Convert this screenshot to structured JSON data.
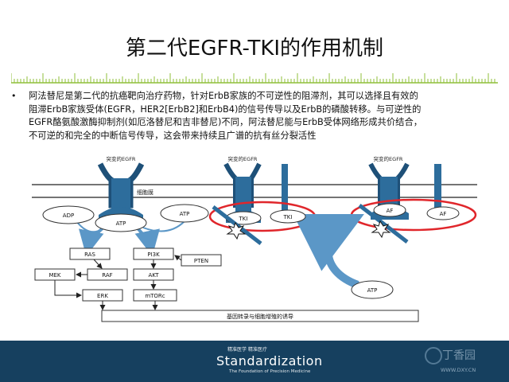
{
  "slide": {
    "title": "第二代EGFR-TKI的作用机制",
    "bullet_lines": [
      "阿法替尼是第二代的抗癌靶向治疗药物，针对ErbB家族的不可逆性的阻滞剂，其可以选择且有效的",
      "阻滞ErbB家族受体(EGFR，HER2[ErbB2]和ErbB4)的信号传导以及ErbB的磷酸转移。与可逆性的",
      "EGFR酪氨酸激酶抑制剂(如厄洛替尼和吉非替尼)不同，阿法替尼能与ErbB受体网络形成共价结合，",
      "不可逆的和完全的中断信号传导，这会带来持续且广谱的抗有丝分裂活性"
    ]
  },
  "diagram": {
    "receptor_labels": [
      "突变的EGFR",
      "突变的EGFR",
      "突变的EGFR"
    ],
    "membrane_label": "细胞膜",
    "nodes": {
      "adp": "ADP",
      "atp_left": "ATP",
      "atp_mid": "ATP",
      "tki_1": "TKI",
      "tki_2": "TKI",
      "af_1": "AF",
      "af_2": "AF",
      "atp_bottom": "ATP",
      "ras": "RAS",
      "pi3k": "PI3K",
      "pten": "PTEN",
      "mek": "MEK",
      "raf": "RAF",
      "akt": "AKT",
      "erk": "ERK",
      "mtorc": "mTORc"
    },
    "result_bar": "基因转录与细胞增殖的诱导",
    "colors": {
      "receptor": "#2d6d9c",
      "receptor_dark": "#1e5078",
      "arrow": "#5b97c7",
      "highlight": "#e0262b",
      "burst": "#111111"
    }
  },
  "footer": {
    "top_text": "精准医学  精准医疗",
    "brand": "Standardization",
    "subtitle": "The Foundation of Precision Medicine",
    "site_logo": "丁香园",
    "site_url": "WWW.DXY.CN"
  }
}
